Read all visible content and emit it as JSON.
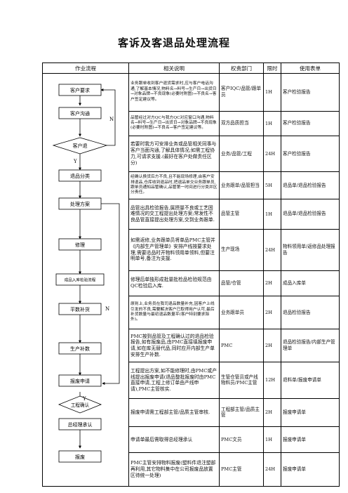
{
  "title": "客诉及客退品处理流程",
  "headers": {
    "flow": "作业流程",
    "desc": "相关说明",
    "dept": "权责部门",
    "limit": "限时",
    "form": "使用表单"
  },
  "rows": [
    {
      "desc": "业务跟单收到客户退货需求时,应与客户电话沟通,了解基本情况,物料名→料号→生产日→出货日→对象品牌→不良现象(必要时附图)→不良名→客户签定建议等。",
      "dept": "客户IQC/品管/跟单员",
      "limit": "1H",
      "form": "客户检验报告"
    },
    {
      "desc": "品管经过对方QC与我方QC对应窗口沟通,物料名→料号→生产日→出货日→对象品牌→不良现象(必要时附图)→不良名→客户签定建议等。",
      "dept": "双方品质担当",
      "limit": "1H",
      "form": "客户检验报告"
    },
    {
      "desc": "若要时我方可安排业务或品管相关同事与客户当面沟通,了解具体情况;如需工程协力,可请求支援.(最好在客户处做责任区分)",
      "dept": "业务/品管/工程",
      "limit": "24H",
      "form": "客户检验报告"
    },
    {
      "desc": "经确认换货后方不良,且不能现场修理,由客户安排退品,仓库收到退品时,把退品单交业务跟单员,跟单员通知品管确认,品管第一时间进行分类并区分责任。",
      "dept": "业务跟单/品管担当",
      "limit": "5H",
      "form": "退品单/退品检验报告"
    },
    {
      "desc": "品管出具检验报告,属摂量不良或工艺困难情况的交工程提出处理方案;常发性不良品管直接提出处理方案,交到业务跟单.",
      "dept": "品管主管",
      "limit": "1H",
      "form": "退品单/退品检验报告"
    },
    {
      "desc": "如需返修,业务跟单员将单品PMC主管并《内部生产管理单》安排产线按要求处理,需要适品时开物料领用单领料,但要注明单号,备注为支援.",
      "dept": "生产现场",
      "limit": "24H",
      "form": "物料领用单/返修品处理报告"
    },
    {
      "desc": "修理后单独形成批量批检品检验规范由QC检验后入库.",
      "dept": "品管/仓管",
      "limit": "2H",
      "form": "成品入库单"
    },
    {
      "desc": "原则上,业务员在我司退品数量补充,因客户上线引发的不良,需要解决客户已取得用户认可,最后补货数量与最初退品数量平(客户特别要求除外)。",
      "dept": "业务跟单员",
      "limit": "2H",
      "form": "退品检验报告"
    },
    {
      "desc": "PMC按到品管及工程确认过的退品检验报告,如有报废品,由PMC直接填报废申请,如在库无替代品,同时应开内部生产单安排生产补数.",
      "dept": "PMC",
      "limit": "2H",
      "form": "退品检验报告/内部生产管理单"
    },
    {
      "desc": "工程提出方案,如不能修理时,由PMC或产线提出报废申请(退品整批报废时由PMC直接申请,工程上修订单由产线申请),PMC主管核实.",
      "dept": "生管仓管员或产线物料员/PMC主管",
      "limit": "12H",
      "form": "退料单/报废申请单"
    },
    {
      "desc": "报废申请需工程部主管/品质主管审核.",
      "dept": "工程部主管/品质主管",
      "limit": "2H",
      "form": "报废申请单"
    },
    {
      "desc": "申请单最后需取得总经理承认",
      "dept": "PMC文员",
      "limit": "1H",
      "form": "报废申请单"
    },
    {
      "desc": "PMC主管安排物料报废(塑料件退注塑部再利用,其它物料集中在公司报废品放置区待统一处理)",
      "dept": "PMC主管",
      "limit": "24H",
      "form": "报废申请单"
    }
  ],
  "flow": {
    "nodes": [
      "客户要求",
      "客户沟通",
      "客户退",
      "退品分类",
      "处理方案",
      "修理",
      "成品入库检验流程",
      "平数补货",
      "生产补数",
      "报废申请",
      "工程确认",
      "总经理承认",
      "报废"
    ],
    "label_n": "N",
    "label_y": "Y"
  }
}
